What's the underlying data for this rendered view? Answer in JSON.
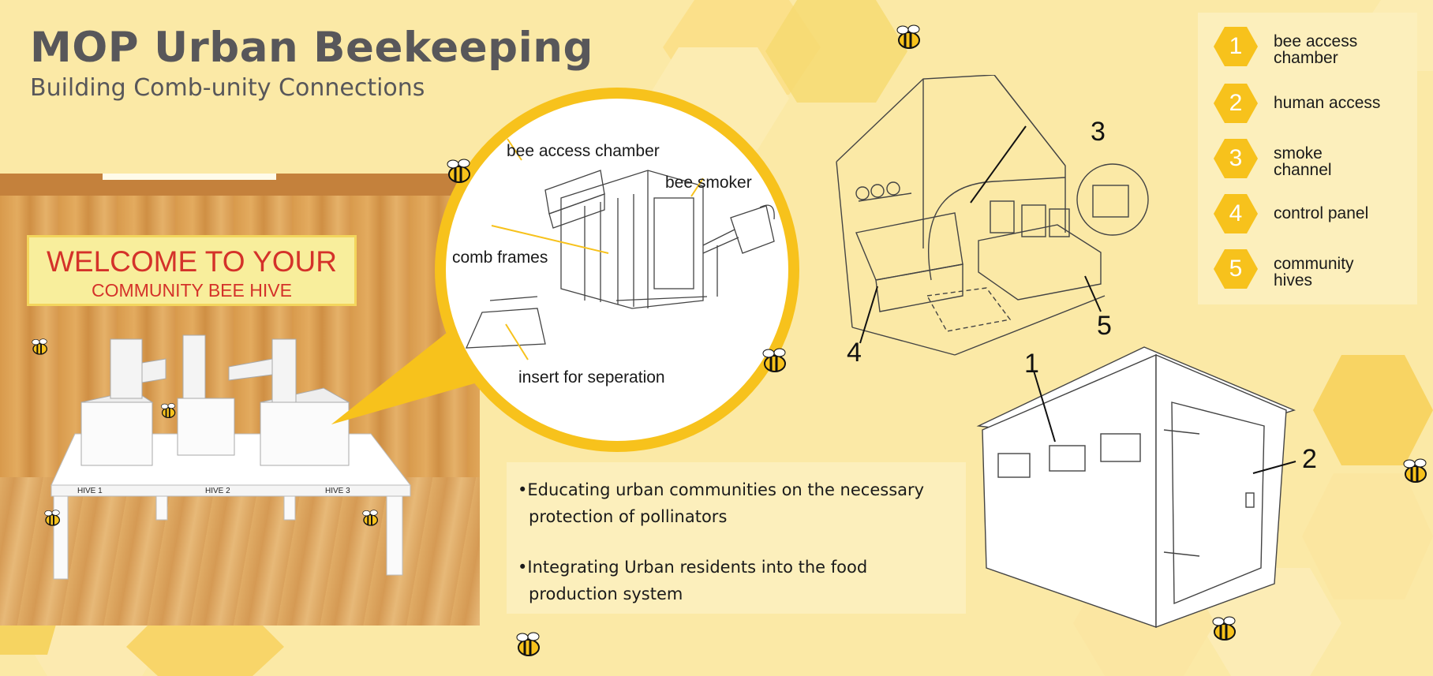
{
  "header": {
    "title": "MOP Urban Beekeeping",
    "subtitle": "Building Comb-unity Connections"
  },
  "photo": {
    "sign_line1": "WELCOME TO YOUR",
    "sign_line2": "COMMUNITY BEE HIVE",
    "hive_labels": [
      "HIVE 1",
      "HIVE 2",
      "HIVE 3"
    ]
  },
  "detail": {
    "annotations": {
      "bee_access_chamber": "bee access chamber",
      "bee_smoker": "bee smoker",
      "comb_frames": "comb frames",
      "insert": "insert for seperation"
    }
  },
  "sketch_numbers": {
    "one": "1",
    "two": "2",
    "three": "3",
    "four": "4",
    "five": "5"
  },
  "legend": {
    "items": [
      {
        "number": "1",
        "label": "bee access chamber"
      },
      {
        "number": "2",
        "label": "human access"
      },
      {
        "number": "3",
        "label": "smoke channel"
      },
      {
        "number": "4",
        "label": "control panel"
      },
      {
        "number": "5",
        "label": "community hives"
      }
    ]
  },
  "bullets": {
    "items": [
      "Educating urban communities on the  necessary protection of pollinators",
      "Integrating Urban residents into the food production system"
    ]
  },
  "colors": {
    "background": "#fbe9a6",
    "accent_yellow": "#f7c21c",
    "title_gray": "#58575a",
    "sign_red": "#d4322a"
  }
}
